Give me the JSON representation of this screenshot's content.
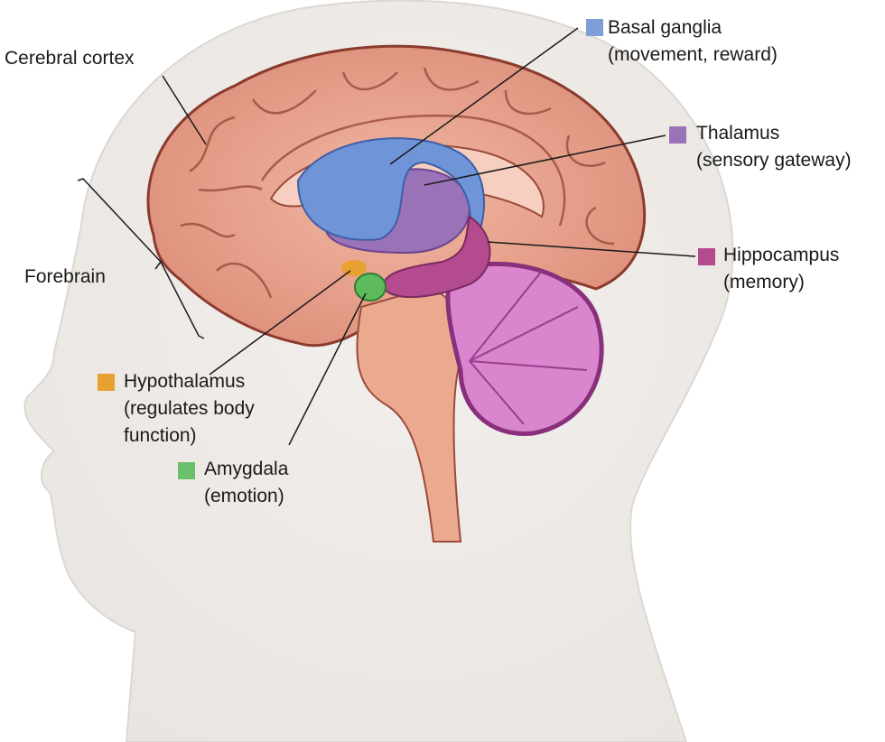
{
  "labels": {
    "cerebral_cortex": "Cerebral cortex",
    "forebrain": "Forebrain",
    "basal_ganglia": {
      "name": "Basal ganglia",
      "desc": "(movement, reward)",
      "color": "#7d9ed6"
    },
    "thalamus": {
      "name": "Thalamus",
      "desc": "(sensory gateway)",
      "color": "#9a72b8"
    },
    "hippocampus": {
      "name": "Hippocampus",
      "desc": "(memory)",
      "color": "#b44b8e"
    },
    "hypothalamus": {
      "name": "Hypothalamus",
      "desc1": "(regulates body",
      "desc2": "function)",
      "color": "#e8a030"
    },
    "amygdala": {
      "name": "Amygdala",
      "desc": "(emotion)",
      "color": "#6cc06c"
    }
  }
}
